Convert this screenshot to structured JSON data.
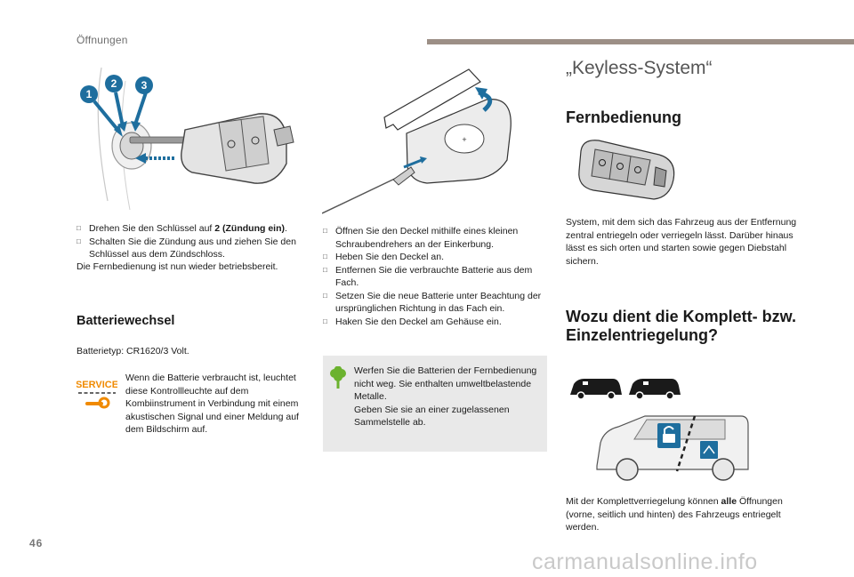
{
  "header": {
    "section": "Öffnungen"
  },
  "left_column": {
    "steps": [
      {
        "text": "Drehen Sie den Schlüssel auf ",
        "bold": "2 (Zündung ein)",
        "after": "."
      },
      {
        "text": "Schalten Sie die Zündung aus und ziehen Sie den Schlüssel aus dem Zündschloss.",
        "bold": "",
        "after": ""
      }
    ],
    "note": "Die Fernbedienung ist nun wieder betriebsbereit.",
    "battery_title": "Batteriewechsel",
    "battery_type": "Batterietyp: CR1620/3 Volt.",
    "service_text": "Wenn die Batterie verbraucht ist, leuchtet diese Kontrollleuchte auf dem Kombiinstrument in Verbindung mit einem akustischen Signal und einer Meldung auf dem Bildschirm auf.",
    "service_icon_label": "SERVICE",
    "callouts": [
      "1",
      "2",
      "3"
    ]
  },
  "middle_column": {
    "steps": [
      "Öffnen Sie den Deckel mithilfe eines kleinen Schraubendrehers an der Einkerbung.",
      "Heben Sie den Deckel an.",
      "Entfernen Sie die verbrauchte Batterie aus dem Fach.",
      "Setzen Sie die neue Batterie unter Beachtung der ursprünglichen Richtung in das Fach ein.",
      "Haken Sie den Deckel am Gehäuse ein."
    ],
    "eco_note": "Werfen Sie die Batterien der Fernbedienung nicht weg. Sie enthalten umweltbelastende Metalle.\nGeben Sie sie an einer zugelassenen Sammelstelle ab."
  },
  "right_column": {
    "main_title": "„Keyless-System“",
    "remote_title": "Fernbedienung",
    "remote_text": "System, mit dem sich das Fahrzeug aus der Entfernung zentral entriegeln oder verriegeln lässt. Darüber hinaus lässt es sich orten und starten sowie gegen Diebstahl sichern.",
    "unlock_title": "Wozu dient die Komplett- bzw. Einzelentriegelung?",
    "unlock_text_before": "Mit der Komplettverriegelung können ",
    "unlock_text_bold": "alle",
    "unlock_text_after": " Öffnungen (vorne, seitlich und hinten) des Fahrzeugs entriegelt werden."
  },
  "footer": {
    "page_number": "46",
    "watermark": "carmanualsonline.info"
  },
  "colors": {
    "accent_blue": "#1e6e9e",
    "service_orange": "#f08a00",
    "eco_green": "#6bb22e",
    "header_rule": "#9c8f86"
  }
}
